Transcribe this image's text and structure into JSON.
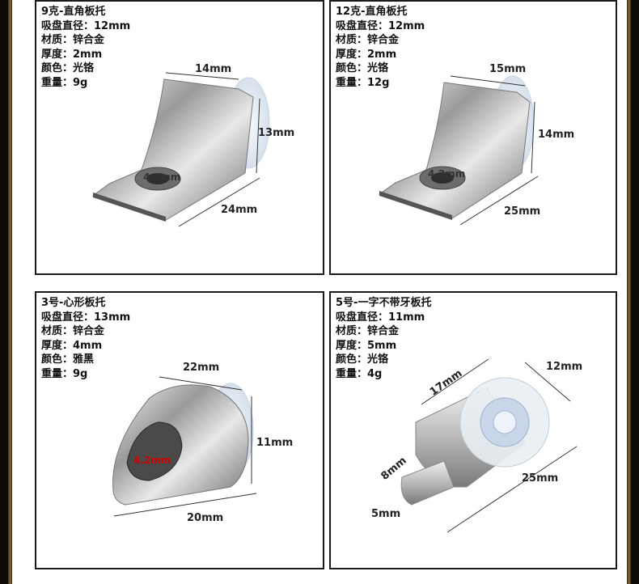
{
  "panels": [
    {
      "title": "9克-直角板托",
      "specs": [
        "吸盘直径：12mm",
        "材质：锌合金",
        "厚度：2mm",
        "颜色：光铬",
        "重量：9g"
      ],
      "dims": {
        "top": "14mm",
        "right": "13mm",
        "bottom": "24mm",
        "hole": "4.2mm"
      }
    },
    {
      "title": "12克-直角板托",
      "specs": [
        "吸盘直径：12mm",
        "材质：锌合金",
        "厚度：2mm",
        "颜色：光铬",
        "重量：12g"
      ],
      "dims": {
        "top": "15mm",
        "right": "14mm",
        "bottom": "25mm",
        "hole": "4.2mm"
      }
    },
    {
      "title": "3号-心形板托",
      "specs": [
        "吸盘直径：13mm",
        "材质：锌合金",
        "厚度：4mm",
        "颜色：雅黑",
        "重量：9g"
      ],
      "dims": {
        "top": "22mm",
        "right": "11mm",
        "bottom": "20mm",
        "hole": "4.2mm"
      }
    },
    {
      "title": "5号-一字不带牙板托",
      "specs": [
        "吸盘直径：11mm",
        "材质：锌合金",
        "厚度：5mm",
        "颜色：光铬",
        "重量：4g"
      ],
      "dims": {
        "diag": "17mm",
        "top": "12mm",
        "pin": "8mm",
        "pinlen": "5mm",
        "bottom": "25mm"
      }
    }
  ],
  "colors": {
    "frame": "#0d0a08",
    "border": "#1a1a1a",
    "hole_label": "#d40000"
  }
}
